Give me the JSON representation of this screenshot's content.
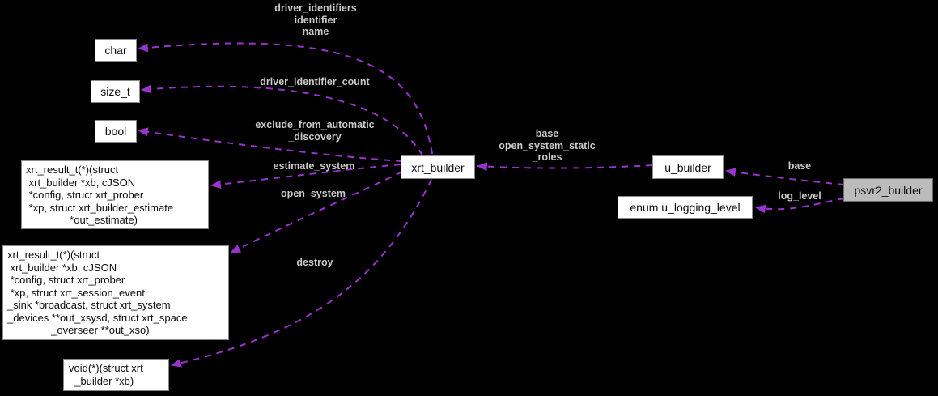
{
  "diagram": {
    "kind": "collaboration-graph",
    "colors": {
      "background": "#000000",
      "edge": "#9a32cd",
      "node_fill": "#ffffff",
      "node_border": "#8a8a8a",
      "main_node_fill": "#bcbcbc",
      "edge_label_text": "#c9c9c9",
      "node_text": "#0d0d0d"
    },
    "nodes": {
      "char": {
        "label": "char"
      },
      "size_t": {
        "label": "size_t"
      },
      "bool": {
        "label": "bool"
      },
      "fn_estimate": {
        "label": "xrt_result_t(*)(struct\n xrt_builder *xb, cJSON\n *config, struct xrt_prober\n *xp, struct xrt_builder_estimate\n               *out_estimate)"
      },
      "fn_open": {
        "label": "xrt_result_t(*)(struct\n xrt_builder *xb, cJSON\n *config, struct xrt_prober\n *xp, struct xrt_session_event\n_sink *broadcast, struct xrt_system\n_devices **out_xsysd, struct xrt_space\n               _overseer **out_xso)"
      },
      "fn_destroy": {
        "label": "void(*)(struct xrt\n  _builder *xb)"
      },
      "xrt_builder": {
        "label": "xrt_builder"
      },
      "u_builder": {
        "label": "u_builder"
      },
      "u_logging_level": {
        "label": "enum u_logging_level"
      },
      "psvr2_builder": {
        "label": "psvr2_builder"
      }
    },
    "edge_labels": {
      "driver_identifiers": "driver_identifiers\nidentifier\nname",
      "driver_identifier_count": "driver_identifier_count",
      "exclude_from_automatic_discovery": "exclude_from_automatic\n_discovery",
      "estimate_system": "estimate_system",
      "open_system": "open_system",
      "destroy": "destroy",
      "u_builder_members": "base\nopen_system_static\n_roles",
      "base": "base",
      "log_level": "log_level"
    }
  }
}
